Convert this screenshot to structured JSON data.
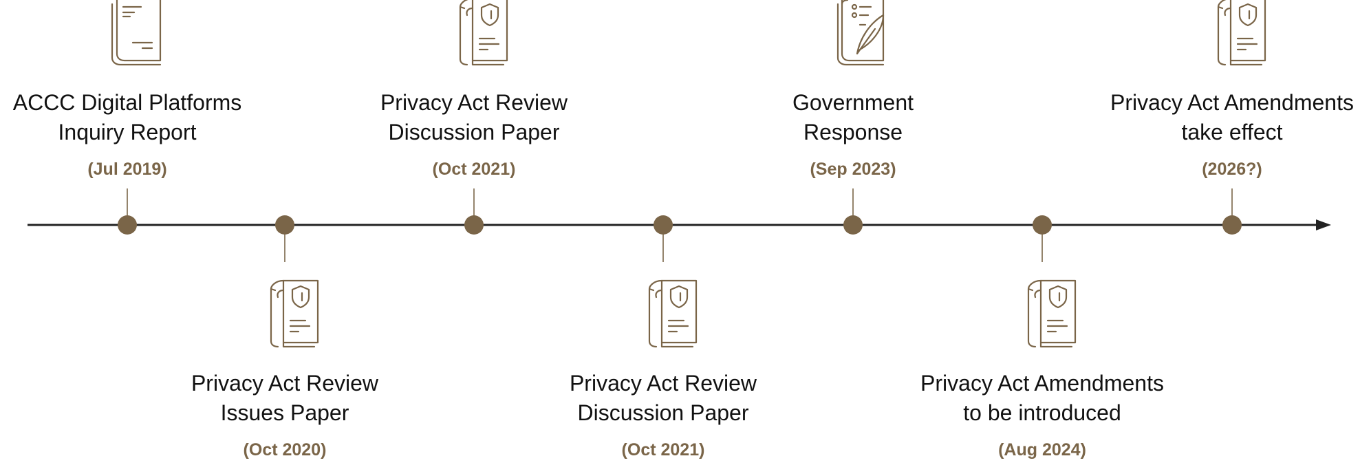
{
  "colors": {
    "accent": "#7a6548",
    "axis": "#222222",
    "text": "#111111"
  },
  "events": [
    {
      "title": "ACCC Digital Platforms\nInquiry Report",
      "date": "(Jul 2019)",
      "icon": "report-document-icon",
      "side": "top"
    },
    {
      "title": "Privacy Act Review\nIssues Paper",
      "date": "(Oct 2020)",
      "icon": "shield-document-icon",
      "side": "bottom"
    },
    {
      "title": "Privacy Act Review\nDiscussion Paper",
      "date": "(Oct 2021)",
      "icon": "shield-document-icon",
      "side": "top"
    },
    {
      "title": "Privacy Act Review\nDiscussion Paper",
      "date": "(Oct 2021)",
      "icon": "shield-document-icon",
      "side": "bottom"
    },
    {
      "title": "Government\nResponse",
      "date": "(Sep 2023)",
      "icon": "document-quill-icon",
      "side": "top"
    },
    {
      "title": "Privacy Act Amendments\nto be introduced",
      "date": "(Aug 2024)",
      "icon": "shield-document-icon",
      "side": "bottom"
    },
    {
      "title": "Privacy Act Amendments\ntake effect",
      "date": "(2026?)",
      "icon": "shield-document-icon",
      "side": "top"
    }
  ]
}
